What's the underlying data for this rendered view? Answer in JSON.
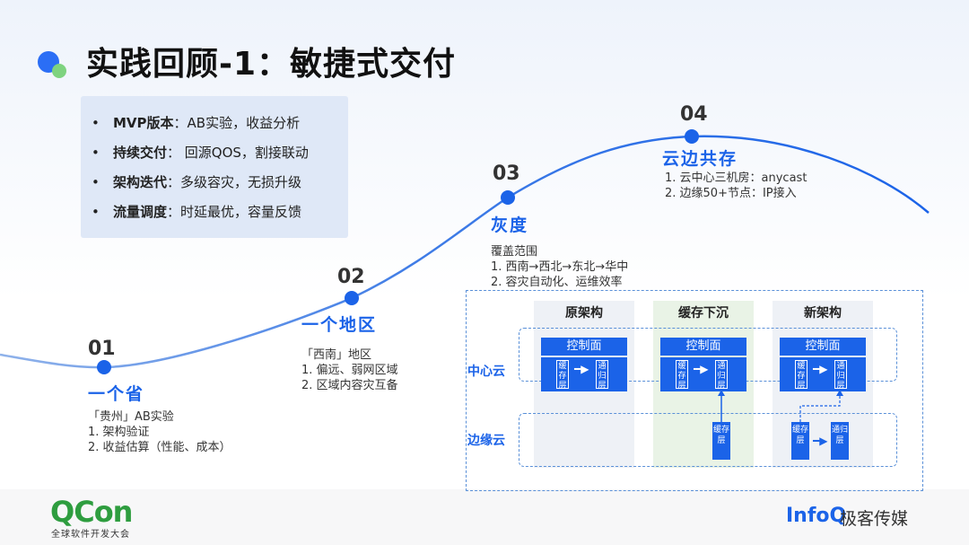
{
  "title": "实践回顾-1：敏捷式交付",
  "summary": [
    {
      "term": "MVP版本",
      "text": "：AB实验，收益分析"
    },
    {
      "term": "持续交付",
      "text": "： 回源QOS，割接联动"
    },
    {
      "term": "架构迭代",
      "text": "：多级容灾，无损升级"
    },
    {
      "term": "流量调度",
      "text": "：时延最优，容量反馈"
    }
  ],
  "bullet": "•",
  "stages": [
    {
      "num": "01",
      "name": "一个省",
      "notes": [
        "「贵州」AB实验",
        "1. 架构验证",
        "2. 收益估算（性能、成本）"
      ]
    },
    {
      "num": "02",
      "name": "一个地区",
      "notes": [
        "「西南」地区",
        "1. 偏远、弱网区域",
        "2. 区域内容灾互备"
      ]
    },
    {
      "num": "03",
      "name": "灰度",
      "notes": [
        "覆盖范围",
        "1. 西南→西北→东北→华中",
        "2. 容灾自动化、运维效率"
      ]
    },
    {
      "num": "04",
      "name": "云边共存",
      "notes": [
        "1. 云中心三机房：anycast",
        "2. 边缘50+节点：IP接入"
      ]
    }
  ],
  "architecture": {
    "columns": [
      "原架构",
      "缓存下沉",
      "新架构"
    ],
    "rows": [
      "中心云",
      "边缘云"
    ],
    "control": "控制面",
    "cache": "缓存层",
    "origin": "通归层"
  },
  "logos": {
    "qcon": "QCon",
    "qcon_sub": "全球软件开发大会",
    "infoq": "InfoQ",
    "infoq_sub": "极客传媒"
  },
  "colors": {
    "accent": "#1b63e8",
    "green": "#2e9d3f"
  }
}
